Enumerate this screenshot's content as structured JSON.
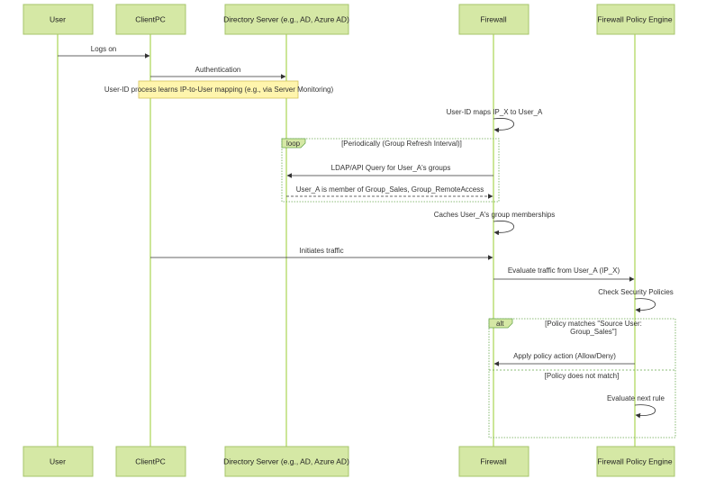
{
  "actors": [
    {
      "id": "user",
      "label": "User"
    },
    {
      "id": "clientpc",
      "label": "ClientPC"
    },
    {
      "id": "dirserver",
      "label": "Directory Server (e.g., AD, Azure AD)"
    },
    {
      "id": "firewall",
      "label": "Firewall"
    },
    {
      "id": "policyengine",
      "label": "Firewall Policy Engine"
    }
  ],
  "messages": [
    {
      "from": "user",
      "to": "clientpc",
      "label": "Logs on",
      "style": "solid"
    },
    {
      "from": "clientpc",
      "to": "dirserver",
      "label": "Authentication",
      "style": "solid"
    },
    {
      "from": "firewall",
      "to": "firewall",
      "label": "User-ID maps IP_X to User_A",
      "style": "solid"
    },
    {
      "from": "firewall",
      "to": "dirserver",
      "label": "LDAP/API Query for User_A's groups",
      "style": "solid"
    },
    {
      "from": "dirserver",
      "to": "firewall",
      "label": "User_A is member of Group_Sales, Group_RemoteAccess",
      "style": "dashed"
    },
    {
      "from": "firewall",
      "to": "firewall",
      "label": "Caches User_A's group memberships",
      "style": "solid"
    },
    {
      "from": "clientpc",
      "to": "firewall",
      "label": "Initiates traffic",
      "style": "solid"
    },
    {
      "from": "firewall",
      "to": "policyengine",
      "label": "Evaluate traffic from User_A (IP_X)",
      "style": "solid"
    },
    {
      "from": "policyengine",
      "to": "policyengine",
      "label": "Check Security Policies",
      "style": "solid"
    },
    {
      "from": "policyengine",
      "to": "firewall",
      "label": "Apply policy action (Allow/Deny)",
      "style": "solid"
    },
    {
      "from": "policyengine",
      "to": "policyengine",
      "label": "Evaluate next rule",
      "style": "solid"
    }
  ],
  "note": {
    "text": "User-ID process learns IP-to-User mapping (e.g., via Server Monitoring)"
  },
  "loop": {
    "tag": "loop",
    "condition": "[Periodically (Group Refresh Interval)]"
  },
  "alt": {
    "tag": "alt",
    "condition_line1": "[Policy matches \"Source User:",
    "condition_line2": "Group_Sales\"]",
    "else_condition": "[Policy does not match]"
  },
  "colors": {
    "actor_fill": "#d5e8a5",
    "lifeline": "#9acd32",
    "note_fill": "#fff5ad",
    "frame_border": "#6aa84f"
  }
}
